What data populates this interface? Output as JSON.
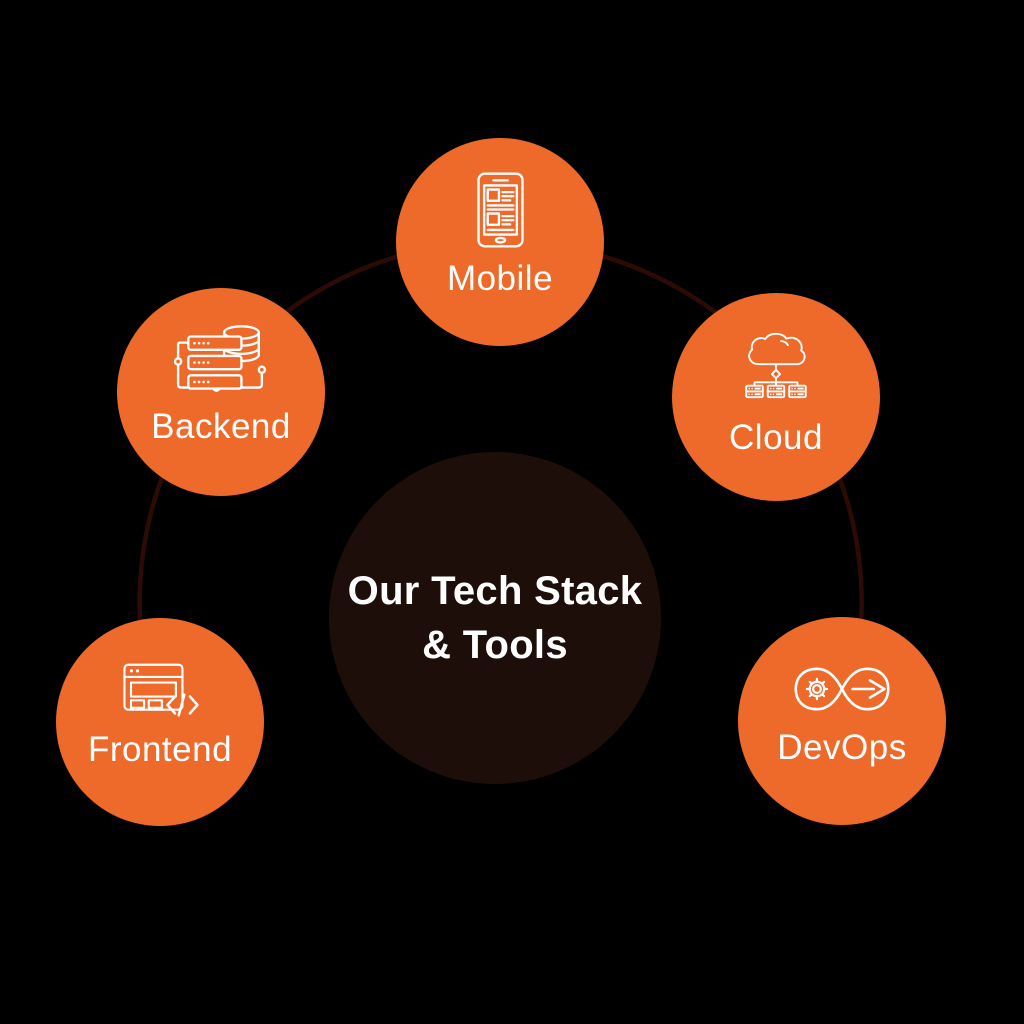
{
  "title": "Our Tech Stack & Tools diagram",
  "colors": {
    "background": "#000000",
    "node_fill": "#ED6A2B",
    "center_fill": "#1D0E09",
    "ring_stroke": "#2D0B05",
    "text": "#FFFFFF"
  },
  "center": {
    "title_line1": "Our Tech Stack",
    "title_line2": "& Tools"
  },
  "nodes": [
    {
      "id": "mobile",
      "label": "Mobile",
      "icon": "smartphone-icon"
    },
    {
      "id": "backend",
      "label": "Backend",
      "icon": "server-database-icon"
    },
    {
      "id": "cloud",
      "label": "Cloud",
      "icon": "cloud-servers-icon"
    },
    {
      "id": "frontend",
      "label": "Frontend",
      "icon": "browser-code-icon"
    },
    {
      "id": "devops",
      "label": "DevOps",
      "icon": "infinity-gear-arrow-icon"
    }
  ]
}
